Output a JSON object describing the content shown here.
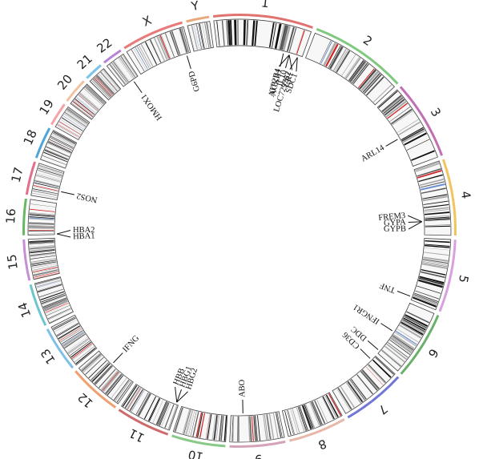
{
  "chromosomes": [
    {
      "name": "1",
      "len": 248,
      "color": "#e0736f"
    },
    {
      "name": "2",
      "len": 242,
      "color": "#7fc97f"
    },
    {
      "name": "3",
      "len": 198,
      "color": "#c06fb5"
    },
    {
      "name": "4",
      "len": 190,
      "color": "#f2c45e"
    },
    {
      "name": "5",
      "len": 181,
      "color": "#d9a0e0"
    },
    {
      "name": "6",
      "len": 171,
      "color": "#6ab06a"
    },
    {
      "name": "7",
      "len": 159,
      "color": "#6f78d6"
    },
    {
      "name": "8",
      "len": 145,
      "color": "#e8b7a8"
    },
    {
      "name": "9",
      "len": 138,
      "color": "#d4a3b8"
    },
    {
      "name": "10",
      "len": 134,
      "color": "#87c985"
    },
    {
      "name": "11",
      "len": 135,
      "color": "#d06a6a"
    },
    {
      "name": "12",
      "len": 133,
      "color": "#f0a070"
    },
    {
      "name": "13",
      "len": 114,
      "color": "#7ec0e6"
    },
    {
      "name": "14",
      "len": 107,
      "color": "#6cc5cf"
    },
    {
      "name": "15",
      "len": 102,
      "color": "#c58fd8"
    },
    {
      "name": "16",
      "len": 90,
      "color": "#68b862"
    },
    {
      "name": "17",
      "len": 83,
      "color": "#e46f8a"
    },
    {
      "name": "18",
      "len": 80,
      "color": "#4fa6d8"
    },
    {
      "name": "19",
      "len": 59,
      "color": "#f5a3a8"
    },
    {
      "name": "20",
      "len": 64,
      "color": "#f2c1a0"
    },
    {
      "name": "21",
      "len": 47,
      "color": "#79c4e8"
    },
    {
      "name": "22",
      "len": 51,
      "color": "#b783d6"
    },
    {
      "name": "X",
      "len": 156,
      "color": "#e97a7a"
    },
    {
      "name": "Y",
      "len": 57,
      "color": "#e8a87c"
    }
  ],
  "genes": [
    {
      "chr": "1",
      "pos": 0.78,
      "labels": [
        "ACKR1"
      ]
    },
    {
      "chr": "1",
      "pos": 0.85,
      "labels": [
        "ATP2B4",
        "IL10",
        "CR1"
      ]
    },
    {
      "chr": "1",
      "pos": 0.95,
      "labels": [
        "LOC729282",
        "SDC1"
      ]
    },
    {
      "chr": "3",
      "pos": 0.55,
      "labels": [
        "ARL14"
      ]
    },
    {
      "chr": "4",
      "pos": 0.8,
      "labels": [
        "FREM3",
        "GYPA",
        "GYPB"
      ]
    },
    {
      "chr": "5",
      "pos": 0.95,
      "labels": [
        "TNF"
      ]
    },
    {
      "chr": "6",
      "pos": 0.55,
      "labels": [
        "IFNGR1"
      ]
    },
    {
      "chr": "6",
      "pos": 0.95,
      "labels": [
        "DDC"
      ]
    },
    {
      "chr": "7",
      "pos": 0.1,
      "labels": [
        "CD36"
      ]
    },
    {
      "chr": "9",
      "pos": 0.75,
      "labels": [
        "ABO"
      ]
    },
    {
      "chr": "11",
      "pos": 0.05,
      "labels": [
        "HBG2",
        "HBG1",
        "HBB"
      ]
    },
    {
      "chr": "12",
      "pos": 0.6,
      "labels": [
        "IFNG"
      ]
    },
    {
      "chr": "16",
      "pos": 0.02,
      "labels": [
        "HBA1",
        "HBA2"
      ]
    },
    {
      "chr": "17",
      "pos": 0.3,
      "labels": [
        "NOS2"
      ]
    },
    {
      "chr": "22",
      "pos": 0.65,
      "labels": [
        "HMOX1"
      ]
    },
    {
      "chr": "X",
      "pos": 0.92,
      "labels": [
        "G6PD"
      ]
    }
  ]
}
